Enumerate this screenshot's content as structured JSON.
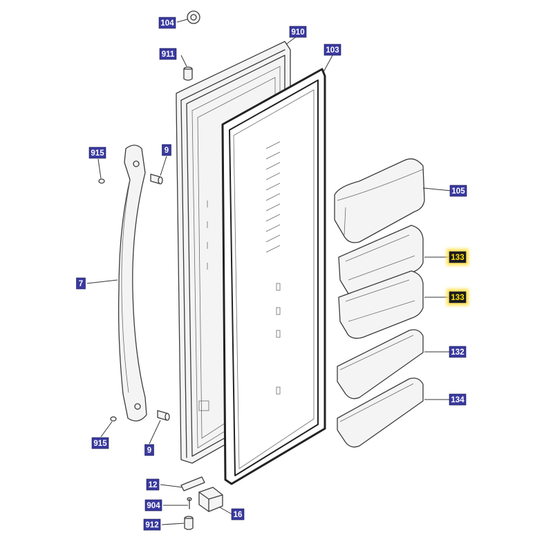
{
  "colors": {
    "badge_default_bg": "#3a3aa0",
    "badge_default_text": "#ffffff",
    "badge_highlight_bg": "#1c1c1c",
    "badge_highlight_text": "#ffe100",
    "badge_highlight_glow": "#ffe24d",
    "line_color": "#3a3a3a"
  },
  "callouts": [
    {
      "id": "c104",
      "label": "104",
      "highlight": false
    },
    {
      "id": "c910",
      "label": "910",
      "highlight": false
    },
    {
      "id": "c911",
      "label": "911",
      "highlight": false
    },
    {
      "id": "c103",
      "label": "103",
      "highlight": false
    },
    {
      "id": "c915a",
      "label": "915",
      "highlight": false
    },
    {
      "id": "c9a",
      "label": "9",
      "highlight": false
    },
    {
      "id": "c105",
      "label": "105",
      "highlight": false
    },
    {
      "id": "c133a",
      "label": "133",
      "highlight": true
    },
    {
      "id": "c7",
      "label": "7",
      "highlight": false
    },
    {
      "id": "c133b",
      "label": "133",
      "highlight": true
    },
    {
      "id": "c132",
      "label": "132",
      "highlight": false
    },
    {
      "id": "c134",
      "label": "134",
      "highlight": false
    },
    {
      "id": "c915b",
      "label": "915",
      "highlight": false
    },
    {
      "id": "c9b",
      "label": "9",
      "highlight": false
    },
    {
      "id": "c12",
      "label": "12",
      "highlight": false
    },
    {
      "id": "c904",
      "label": "904",
      "highlight": false
    },
    {
      "id": "c16",
      "label": "16",
      "highlight": false
    },
    {
      "id": "c912",
      "label": "912",
      "highlight": false
    }
  ]
}
